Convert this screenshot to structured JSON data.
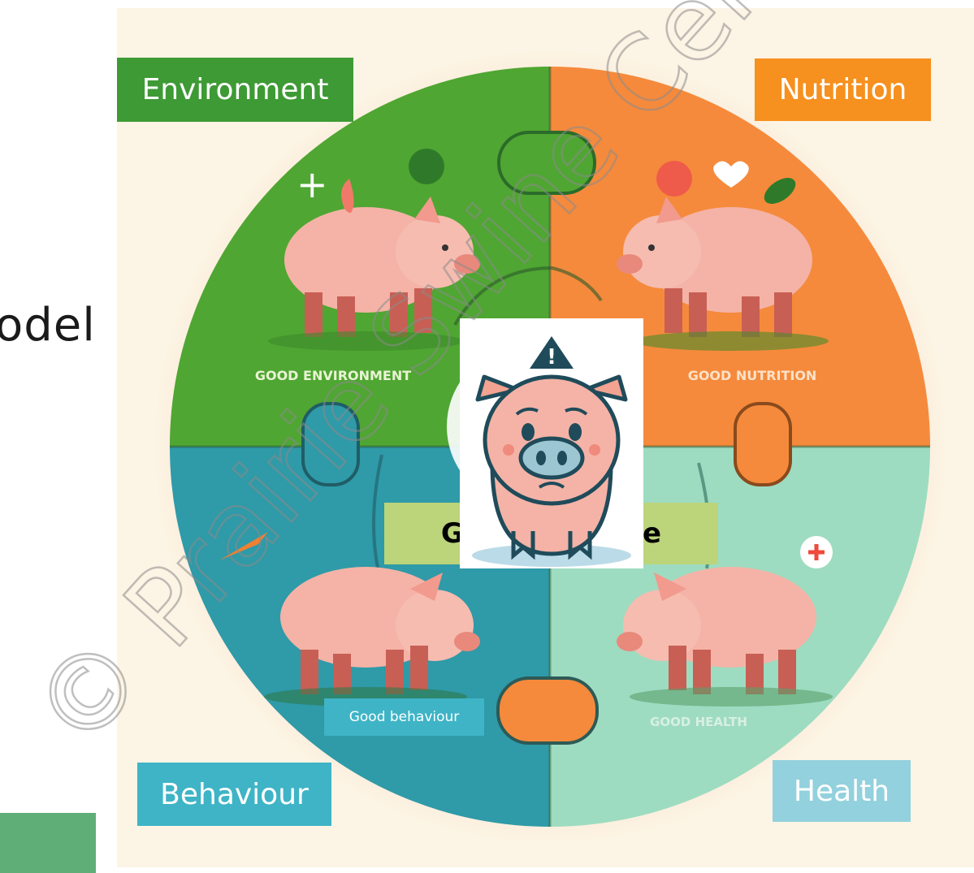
{
  "left_partial_text": "odel",
  "quadrant_tags": {
    "environment": "Environment",
    "nutrition": "Nutrition",
    "behaviour": "Behaviour",
    "health": "Health"
  },
  "quadrant_captions": {
    "environment": "GOOD ENVIRONMENT",
    "nutrition": "GOOD NUTRITION",
    "health": "GOOD HEALTH"
  },
  "center_label_left": "Goo",
  "center_label_right": "tate",
  "good_behaviour_tag": "Good behaviour",
  "warning_symbol": "!",
  "watermark_text": "© Prairie Swine Centre Inc.",
  "colors": {
    "environment": "#4fa632",
    "nutrition": "#f58a3c",
    "behaviour": "#2f9aa8",
    "health": "#9ddcc1",
    "tag_environment": "#3e9a34",
    "tag_nutrition": "#f6901e",
    "tag_behaviour": "#3fb4c6",
    "tag_health": "#92d1dd",
    "center_label": "#bcd47a",
    "pig": "#f4b3a6"
  }
}
